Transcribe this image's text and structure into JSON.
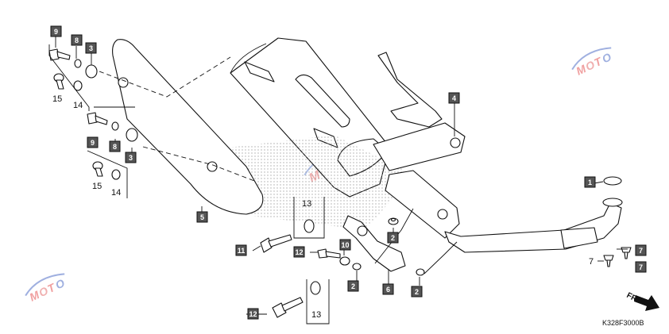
{
  "diagram": {
    "drawing_code": "K328F3000B",
    "direction_label": "FR.",
    "callouts": [
      "9",
      "8",
      "3",
      "9",
      "8",
      "3",
      "4",
      "1",
      "7",
      "7",
      "5",
      "11",
      "12",
      "10",
      "2",
      "2",
      "6",
      "2",
      "12"
    ],
    "plain_labels": [
      "15",
      "14",
      "15",
      "14",
      "13",
      "13",
      "7"
    ],
    "watermark": "MOTO"
  }
}
